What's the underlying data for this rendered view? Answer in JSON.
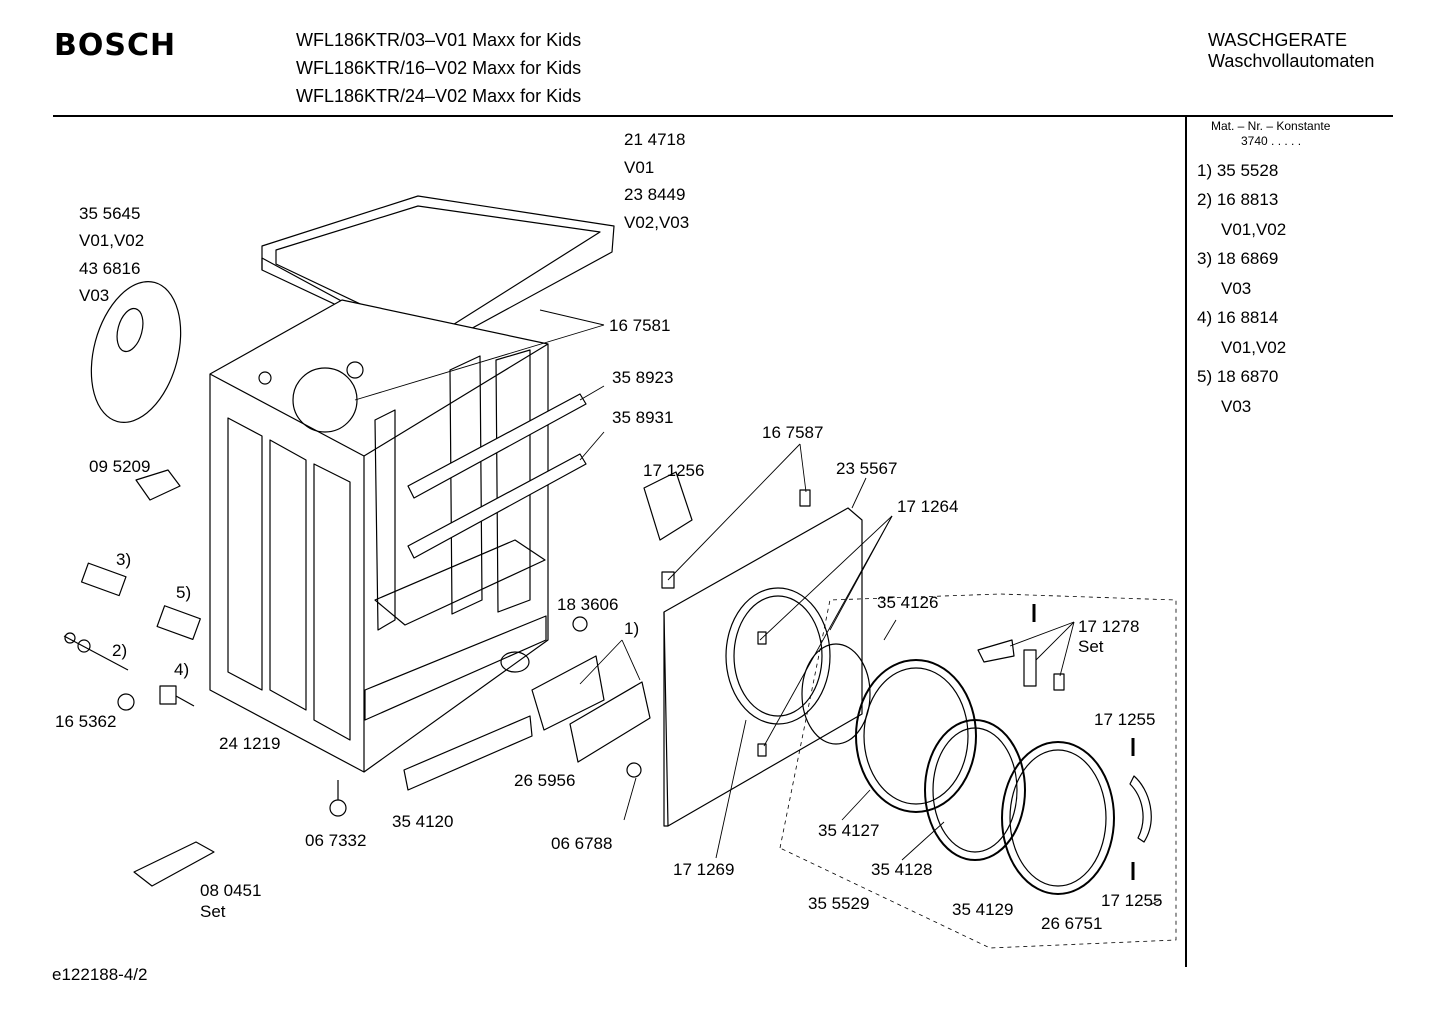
{
  "header": {
    "brand": "BOSCH",
    "models": [
      "WFL186KTR/03–V01 Maxx for Kids",
      "WFL186KTR/16–V02 Maxx for Kids",
      "WFL186KTR/24–V02 Maxx for Kids"
    ],
    "category": "WASCHGERATE",
    "subcategory": "Waschvollautomaten"
  },
  "sidebar": {
    "mat_title": "Mat. – Nr. – Konstante",
    "mat_value": "3740  .  .  .  .  .",
    "items": [
      "1) 35 5528",
      "2) 16 8813",
      "V01,V02",
      "3) 18 6869",
      "V03",
      "4) 16 8814",
      "V01,V02",
      "5) 18 6870",
      "V03"
    ]
  },
  "labels": {
    "l214718": "21 4718",
    "lV01": "V01",
    "l238449": "23 8449",
    "lV02V03": "V02,V03",
    "l355645": "35 5645",
    "lV01V02": "V01,V02",
    "l436816": "43 6816",
    "lV03": "V03",
    "l167581": "16 7581",
    "l358923": "35 8923",
    "l358931": "35 8931",
    "l167587": "16 7587",
    "l171256": "17 1256",
    "l235567": "23 5567",
    "l171264": "17 1264",
    "l095209": "09 5209",
    "n3": "3)",
    "n5": "5)",
    "n2": "2)",
    "n4": "4)",
    "n1": "1)",
    "l183606": "18 3606",
    "l354126": "35 4126",
    "l1712781": "17 1278",
    "lSet1": "Set",
    "l165362": "16 5362",
    "l241219": "24 1219",
    "l171255a": "17 1255",
    "l265956": "26 5956",
    "l066788": "06 6788",
    "l067332": "06 7332",
    "l354120": "35 4120",
    "l354127": "35 4127",
    "l171269": "17 1269",
    "l354128": "35 4128",
    "l080451": "08 0451",
    "lSet2": "Set",
    "l355529": "35 5529",
    "l354129": "35 4129",
    "l266751": "26 6751",
    "l171255b": "17 1255"
  },
  "footer": "e122188-4/2"
}
